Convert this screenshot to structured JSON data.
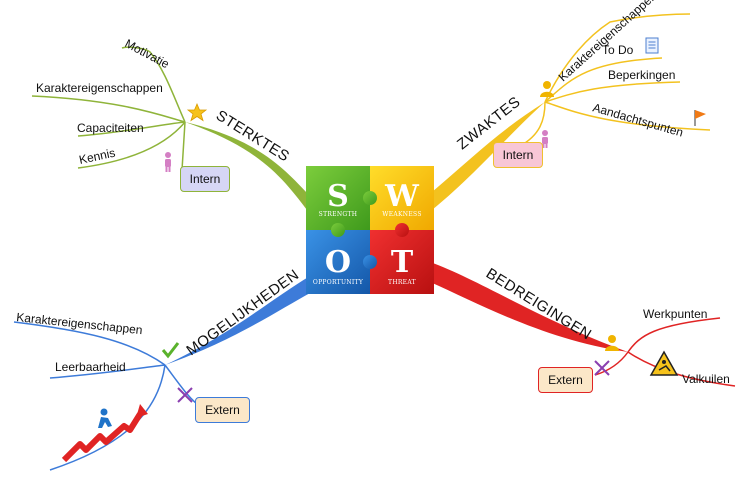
{
  "center": {
    "quadrants": [
      {
        "letter": "S",
        "label": "STRENGTH",
        "color": "#5ab22c"
      },
      {
        "letter": "W",
        "label": "WEAKNESS",
        "color": "#f2c40c"
      },
      {
        "letter": "O",
        "label": "OPPORTUNITY",
        "color": "#1f73c8"
      },
      {
        "letter": "T",
        "label": "THREAT",
        "color": "#d61d1d"
      }
    ]
  },
  "branches": {
    "strength": {
      "title": "STERKTES",
      "color": "#8fb43a",
      "tag": "Intern",
      "items": [
        "Motivatie",
        "Karaktereigenschappen",
        "Capaciteiten",
        "Kennis"
      ]
    },
    "weakness": {
      "title": "ZWAKTES",
      "color": "#f3c21f",
      "tag": "Intern",
      "items": [
        "Karaktereigenschappen",
        "To Do",
        "Beperkingen",
        "Aandachtspunten"
      ]
    },
    "opportunity": {
      "title": "MOGELIJKHEDEN",
      "color": "#3d7bd9",
      "tag": "Extern",
      "items": [
        "Karaktereigenschappen",
        "Leerbaarheid"
      ]
    },
    "threat": {
      "title": "BEDREIGINGEN",
      "color": "#e02424",
      "tag": "Extern",
      "items": [
        "Werkpunten",
        "Valkuilen"
      ]
    }
  }
}
